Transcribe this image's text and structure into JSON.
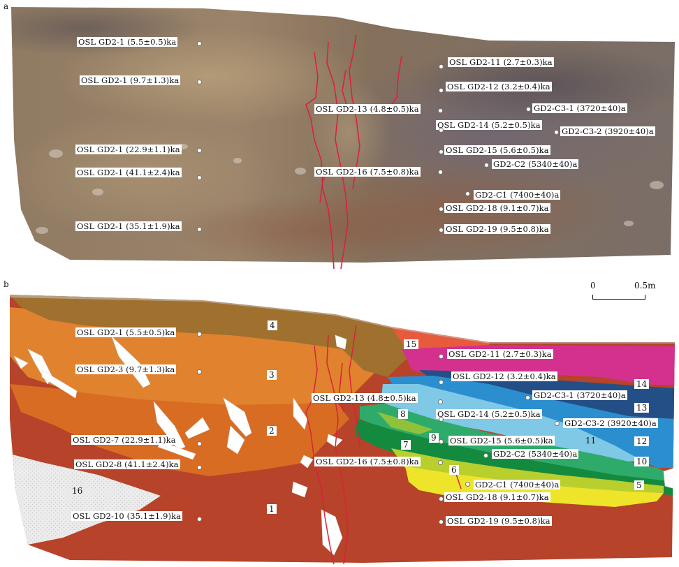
{
  "panel_a": {
    "label": "a",
    "samples": [
      "OSL GD2-1 (5.5±0.5)ka",
      "OSL GD2-1 (9.7±1.3)ka",
      "OSL GD2-1 (22.9±1.1)ka",
      "OSL GD2-1 (41.1±2.4)ka",
      "OSL GD2-1 (35.1±1.9)ka",
      "OSL GD2-13 (4.8±0.5)ka",
      "OSL GD2-16 (7.5±0.8)ka",
      "OSL GD2-11 (2.7±0.3)ka",
      "OSL GD2-12 (3.2±0.4)ka",
      "GD2-C3-1 (3720±40)a",
      "OSL GD2-14 (5.2±0.5)ka",
      "GD2-C3-2 (3920±40)a",
      "OSL GD2-15 (5.6±0.5)ka",
      "GD2-C2 (5340±40)a",
      "GD2-C1 (7400±40)a",
      "OSL GD2-18 (9.1±0.7)ka",
      "OSL GD2-19 (9.5±0.8)ka"
    ]
  },
  "panel_b": {
    "label": "b",
    "scale": {
      "zero": "0",
      "end": "0.5m"
    },
    "samples": [
      "OSL GD2-1 (5.5±0.5)ka",
      "OSL GD2-3 (9.7±1.3)ka",
      "OSL GD2-7 (22.9±1.1)ka",
      "OSL GD2-8 (41.1±2.4)ka",
      "OSL GD2-10 (35.1±1.9)ka",
      "OSL GD2-13 (4.8±0.5)ka",
      "OSL GD2-16 (7.5±0.8)ka",
      "OSL GD2-11 (2.7±0.3)ka",
      "OSL GD2-12 (3.2±0.4)ka",
      "GD2-C3-1 (3720±40)a",
      "OSL GD2-14 (5.2±0.5)ka",
      "GD2-C3-2 (3920±40)a",
      "OSL GD2-15 (5.6±0.5)ka",
      "GD2-C2 (5340±40)a",
      "GD2-C1 (7400±40)a",
      "OSL GD2-18 (9.1±0.7)ka",
      "OSL GD2-19 (9.5±0.8)ka"
    ],
    "units": [
      "1",
      "2",
      "3",
      "4",
      "5",
      "6",
      "7",
      "8",
      "9",
      "10",
      "11",
      "12",
      "13",
      "14",
      "15",
      "16"
    ]
  },
  "colors": {
    "unit1": "#b6432a",
    "unit2": "#d86c22",
    "unit3": "#e0822e",
    "unit4": "#a0702f",
    "unit5": "#eee52a",
    "unit6": "#b8cf2e",
    "unit7": "#148a3e",
    "unit8": "#2eab6a",
    "unit9": "#8fc23a",
    "unit10": "#2c9c47",
    "unit11": "#7fc8e6",
    "unit12": "#2b8fcf",
    "unit13": "#244f86",
    "unit14": "#d4318f",
    "unit15": "#e75b3c",
    "unit16": "#e9e9e9",
    "fault": "#d8233a"
  }
}
